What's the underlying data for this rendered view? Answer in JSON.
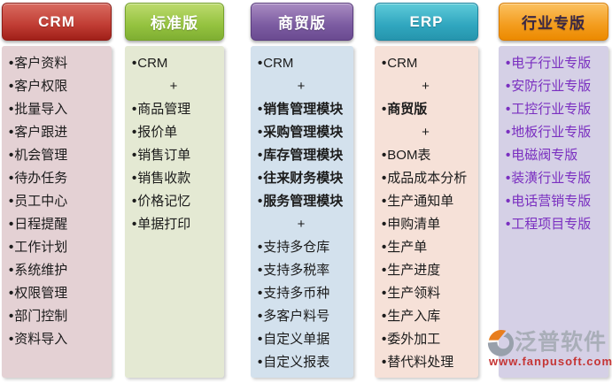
{
  "watermark": {
    "brand": "泛普软件",
    "url": "www.fanpusoft.com",
    "brand_color": "#a9aeb8",
    "url_color": "#c53434",
    "logo_orange": "#e87e1e",
    "logo_gray": "#98a0ab"
  },
  "columns": [
    {
      "id": "crm",
      "header": {
        "label": "CRM",
        "text_color": "#ffffff",
        "gradient_top": "#d96b60",
        "gradient_mid": "#c03c33",
        "gradient_bottom": "#a02019",
        "border_color": "#8e1d17"
      },
      "body_bg": "#e4d1d4",
      "item_color": "#1b1b1b",
      "items": [
        {
          "label": "客户资料"
        },
        {
          "label": "客户权限"
        },
        {
          "label": "批量导入"
        },
        {
          "label": "客户跟进"
        },
        {
          "label": "机会管理"
        },
        {
          "label": "待办任务"
        },
        {
          "label": "员工中心"
        },
        {
          "label": "日程提醒"
        },
        {
          "label": "工作计划"
        },
        {
          "label": "系统维护"
        },
        {
          "label": "权限管理"
        },
        {
          "label": "部门控制"
        },
        {
          "label": "资料导入"
        }
      ]
    },
    {
      "id": "standard",
      "header": {
        "label": "标准版",
        "text_color": "#ffffff",
        "gradient_top": "#bddb6e",
        "gradient_mid": "#94c23f",
        "gradient_bottom": "#7fae32",
        "border_color": "#76a22c"
      },
      "body_bg": "#e4e9d3",
      "item_color": "#1b1b1b",
      "items": [
        {
          "label": "CRM"
        },
        {
          "label": "+",
          "type": "plus"
        },
        {
          "label": "商品管理"
        },
        {
          "label": "报价单"
        },
        {
          "label": "销售订单"
        },
        {
          "label": "销售收款"
        },
        {
          "label": "价格记忆"
        },
        {
          "label": "单据打印"
        }
      ]
    },
    {
      "id": "trade",
      "header": {
        "label": "商贸版",
        "text_color": "#ffffff",
        "gradient_top": "#a98cc2",
        "gradient_mid": "#7b5ba1",
        "gradient_bottom": "#6b4b91",
        "border_color": "#5a3d7e"
      },
      "body_bg": "#d3e1ed",
      "item_color": "#1b1b1b",
      "items": [
        {
          "label": "CRM"
        },
        {
          "label": "+",
          "type": "plus"
        },
        {
          "label": "销售管理模块",
          "bold": true
        },
        {
          "label": "采购管理模块",
          "bold": true
        },
        {
          "label": "库存管理模块",
          "bold": true
        },
        {
          "label": "往来财务模块",
          "bold": true
        },
        {
          "label": "服务管理模块",
          "bold": true
        },
        {
          "label": "+",
          "type": "plus"
        },
        {
          "label": "支持多仓库"
        },
        {
          "label": "支持多税率"
        },
        {
          "label": "支持多币种"
        },
        {
          "label": "多客户料号"
        },
        {
          "label": "自定义单据"
        },
        {
          "label": "自定义报表"
        }
      ]
    },
    {
      "id": "erp",
      "header": {
        "label": "ERP",
        "text_color": "#ffffff",
        "gradient_top": "#5ecbd9",
        "gradient_mid": "#30a6bf",
        "gradient_bottom": "#2695ad",
        "border_color": "#1f86a0"
      },
      "body_bg": "#f6e1d8",
      "item_color": "#1b1b1b",
      "items": [
        {
          "label": "CRM"
        },
        {
          "label": "+",
          "type": "plus"
        },
        {
          "label": "商贸版",
          "bold": true
        },
        {
          "label": "+",
          "type": "plus"
        },
        {
          "label": "BOM表"
        },
        {
          "label": "成品成本分析"
        },
        {
          "label": "生产通知单"
        },
        {
          "label": "申购清单"
        },
        {
          "label": "生产单"
        },
        {
          "label": "生产进度"
        },
        {
          "label": "生产领料"
        },
        {
          "label": "生产入库"
        },
        {
          "label": "委外加工"
        },
        {
          "label": "替代料处理"
        }
      ]
    },
    {
      "id": "industry",
      "header": {
        "label": "行业专版",
        "text_color": "#3a2745",
        "gradient_top": "#fbc160",
        "gradient_mid": "#f39c1d",
        "gradient_bottom": "#ec8a00",
        "border_color": "#d97c00"
      },
      "body_bg": "#d5d0e6",
      "item_color": "#7a2fc0",
      "items": [
        {
          "label": "电子行业专版"
        },
        {
          "label": "安防行业专版"
        },
        {
          "label": "工控行业专版"
        },
        {
          "label": "地板行业专版"
        },
        {
          "label": "电磁阀专版"
        },
        {
          "label": "装潢行业专版"
        },
        {
          "label": "电话营销专版"
        },
        {
          "label": "工程项目专版"
        }
      ]
    }
  ]
}
